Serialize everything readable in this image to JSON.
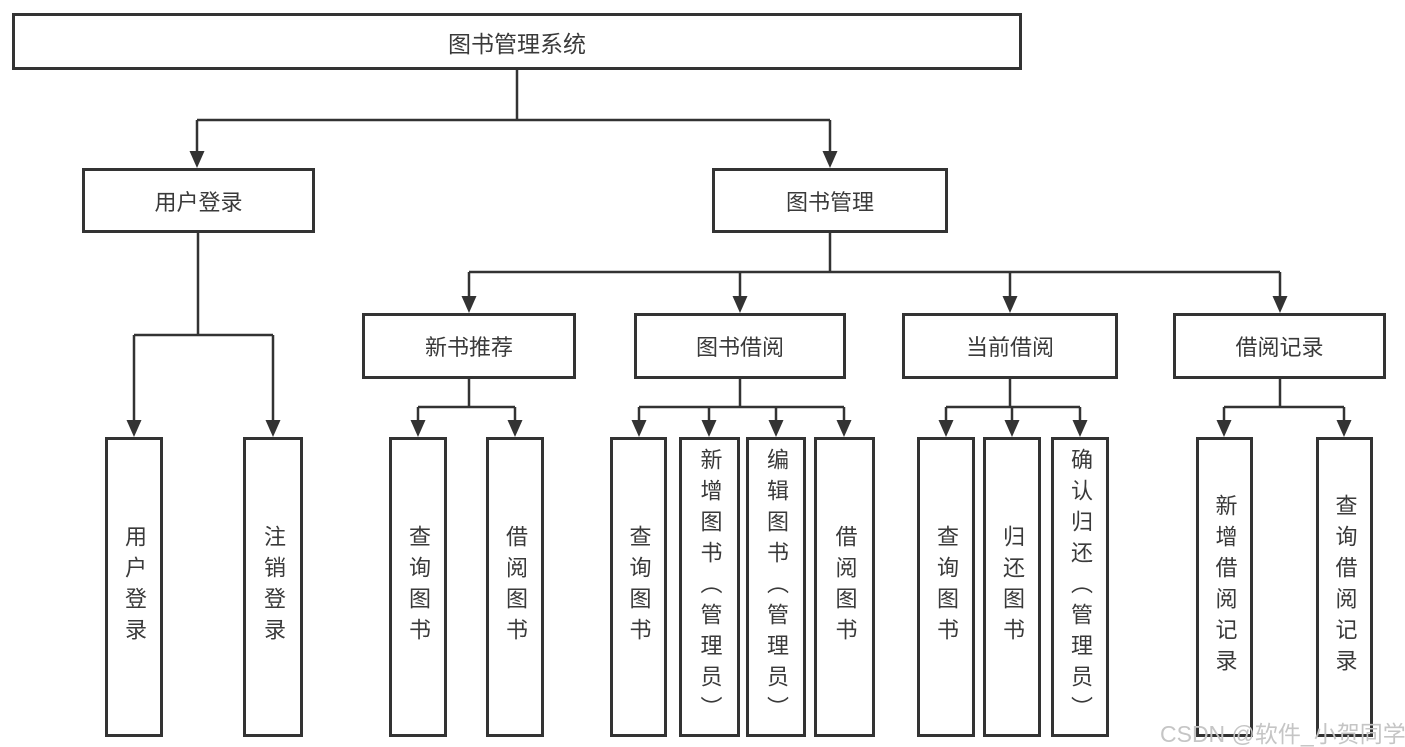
{
  "colors": {
    "line": "#333333",
    "box_border": "#333333",
    "text": "#3a3a3a",
    "watermark_text": "#c5c5c5",
    "background": "#ffffff"
  },
  "diagram": {
    "root": "图书管理系统",
    "branches": [
      {
        "label": "用户登录",
        "children": [
          "用户登录",
          "注销登录"
        ]
      },
      {
        "label": "图书管理",
        "sections": [
          {
            "label": "新书推荐",
            "children": [
              "查询图书",
              "借阅图书"
            ]
          },
          {
            "label": "图书借阅",
            "children": [
              "查询图书",
              "新增图书（管理员）",
              "编辑图书（管理员）",
              "借阅图书"
            ]
          },
          {
            "label": "当前借阅",
            "children": [
              "查询图书",
              "归还图书",
              "确认归还（管理员）"
            ]
          },
          {
            "label": "借阅记录",
            "children": [
              "新增借阅记录",
              "查询借阅记录"
            ]
          }
        ]
      }
    ]
  },
  "watermark": "CSDN @软件_小贺同学"
}
